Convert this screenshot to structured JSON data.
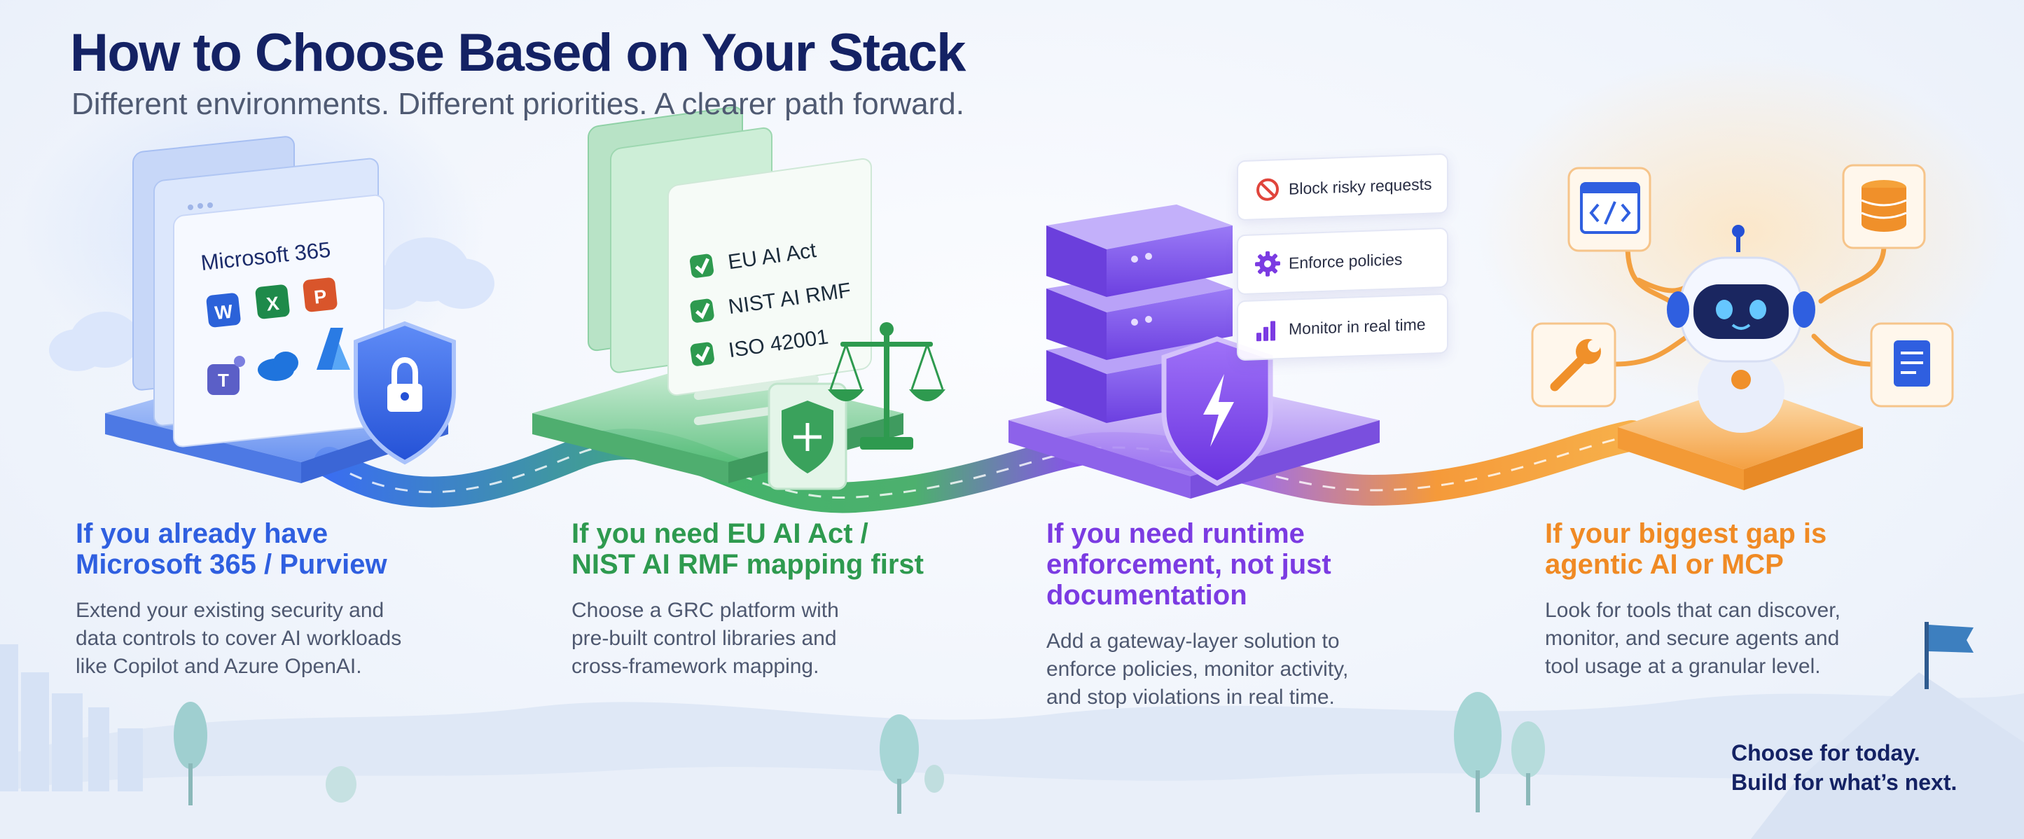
{
  "title": "How to Choose Based on Your Stack",
  "subtitle": "Different environments. Different priorities. A clearer path forward.",
  "colors": {
    "blue": "#2f5fe0",
    "green": "#2e9a4f",
    "purple": "#7b3be2",
    "orange": "#f08a24",
    "navy": "#142264"
  },
  "columns": [
    {
      "heading_lines": [
        "If you already have",
        "Microsoft 365 / Purview"
      ],
      "body_lines": [
        "Extend your existing security and",
        "data controls to cover AI workloads",
        "like Copilot and Azure OpenAI."
      ],
      "illustration": {
        "card_title": "Microsoft 365",
        "app_letters": [
          "W",
          "X",
          "P"
        ],
        "icons": [
          "word-icon",
          "excel-icon",
          "powerpoint-icon",
          "teams-icon",
          "onedrive-icon",
          "azure-icon",
          "lock-shield-icon",
          "cloud-icon"
        ]
      }
    },
    {
      "heading_lines": [
        "If you need EU AI Act /",
        "NIST AI RMF mapping first"
      ],
      "body_lines": [
        "Choose a GRC platform with",
        "pre-built control libraries and",
        "cross-framework mapping."
      ],
      "illustration": {
        "checklist": [
          "EU AI Act",
          "NIST AI RMF",
          "ISO 42001"
        ],
        "icons": [
          "check-icon",
          "scales-icon",
          "plus-shield-icon"
        ]
      }
    },
    {
      "heading_lines": [
        "If you need runtime",
        "enforcement, not just",
        "documentation"
      ],
      "body_lines": [
        "Add a gateway-layer solution to",
        "enforce policies, monitor activity,",
        "and stop violations in real time."
      ],
      "illustration": {
        "chips": [
          "Block risky requests",
          "Enforce policies",
          "Monitor in real time"
        ],
        "icons": [
          "block-icon",
          "gear-icon",
          "bar-chart-icon",
          "server-stack-icon",
          "lightning-shield-icon"
        ]
      }
    },
    {
      "heading_lines": [
        "If your biggest gap is",
        "agentic AI or MCP"
      ],
      "body_lines": [
        "Look for tools that can discover,",
        "monitor, and secure agents and",
        "tool usage at a granular level."
      ],
      "illustration": {
        "icons": [
          "code-window-icon",
          "database-icon",
          "wrench-icon",
          "document-icon",
          "robot-icon"
        ]
      }
    }
  ],
  "tagline": [
    "Choose for today.",
    "Build for what’s next."
  ]
}
